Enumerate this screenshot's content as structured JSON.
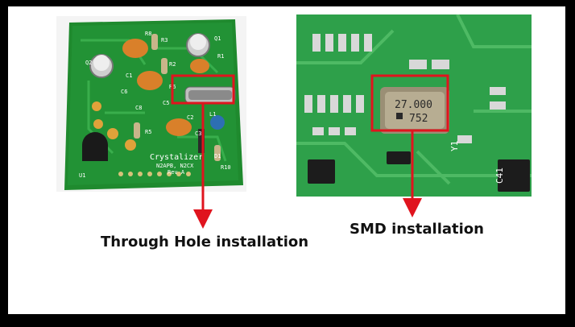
{
  "left_panel": {
    "caption": "Through Hole installation",
    "board_name": "Crystalizer",
    "board_credits": "N2APB, N2CX",
    "board_rev": "Rev A",
    "refdes": [
      "C1",
      "C2",
      "C3",
      "C5",
      "C6",
      "C8",
      "R1",
      "R2",
      "R3",
      "R5",
      "R6",
      "R8",
      "R10",
      "L1",
      "D1",
      "Q1",
      "Q2",
      "U1"
    ]
  },
  "right_panel": {
    "caption": "SMD installation",
    "crystal_freq": "27.000",
    "crystal_code": "752",
    "refdes": [
      "Y1",
      "C41"
    ]
  },
  "colors": {
    "highlight": "#e0141e",
    "pcb_green_left": "#1f8a2e",
    "pcb_green_right": "#2ea04a"
  }
}
